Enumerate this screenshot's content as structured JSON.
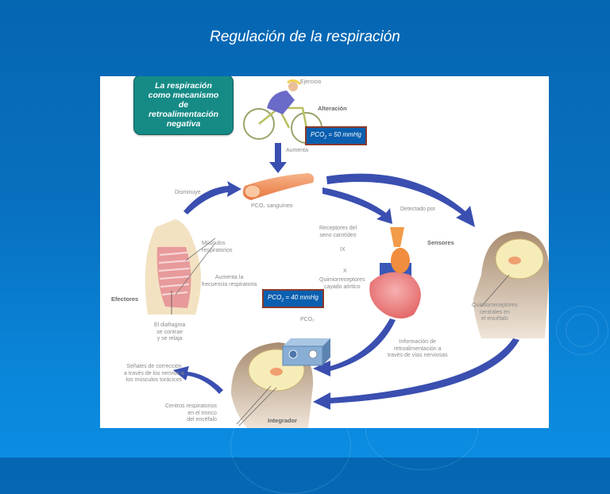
{
  "slide": {
    "title": "Regulación de la respiración"
  },
  "callout": {
    "lines": [
      "La respiración",
      "como mecanismo",
      "de",
      "retroalimentación",
      "negativa"
    ]
  },
  "pco2_boxes": {
    "high": {
      "prefix": "PCO",
      "sub": "2",
      "suffix": " = 50 mmHg"
    },
    "normal": {
      "prefix": "PCO",
      "sub": "2",
      "suffix": " = 40 mmHg"
    }
  },
  "diagram": {
    "ejercicio": "Ejercicio",
    "alteracion": "Alteración",
    "aumenta": "Aumenta",
    "pco2_sanguineo": "PCO₂ sanguíneo",
    "disminuye": "Disminuye",
    "detectado_por": "Detectado por",
    "receptores_seno": [
      "Receptores del",
      "seno carotídeo"
    ],
    "nervio_ix": "IX",
    "nervio_x": "X",
    "quimio_cayado": [
      "Quimiorreceptores",
      "cayado aórtico"
    ],
    "sensores": "Sensores",
    "quimio_centrales": [
      "Quimiorreceptores",
      "centrales en",
      "el encéfalo"
    ],
    "musculos": [
      "Músculos",
      "respiratorios"
    ],
    "aumenta_frecuencia": [
      "Aumenta la",
      "frecuencia respiratoria"
    ],
    "efectores": "Efectores",
    "diafragma": [
      "El diafragma",
      "se contrae",
      "y se relaja"
    ],
    "pco2_setpoint": "PCO₂",
    "info_retro": [
      "Información de",
      "retroalimentación a",
      "través de vías nerviosas"
    ],
    "senales": [
      "Señales de corrección",
      "a través de los nervios a",
      "los músculos torácicos"
    ],
    "centros": [
      "Centros respiratorios",
      "en el tronco",
      "del encéfalo"
    ],
    "integrador": "Integrador"
  },
  "colors": {
    "background": "#0566b2",
    "callout": "#168b86",
    "pco_box": "#0a5fb0",
    "arrow": "#3a4fb0"
  }
}
